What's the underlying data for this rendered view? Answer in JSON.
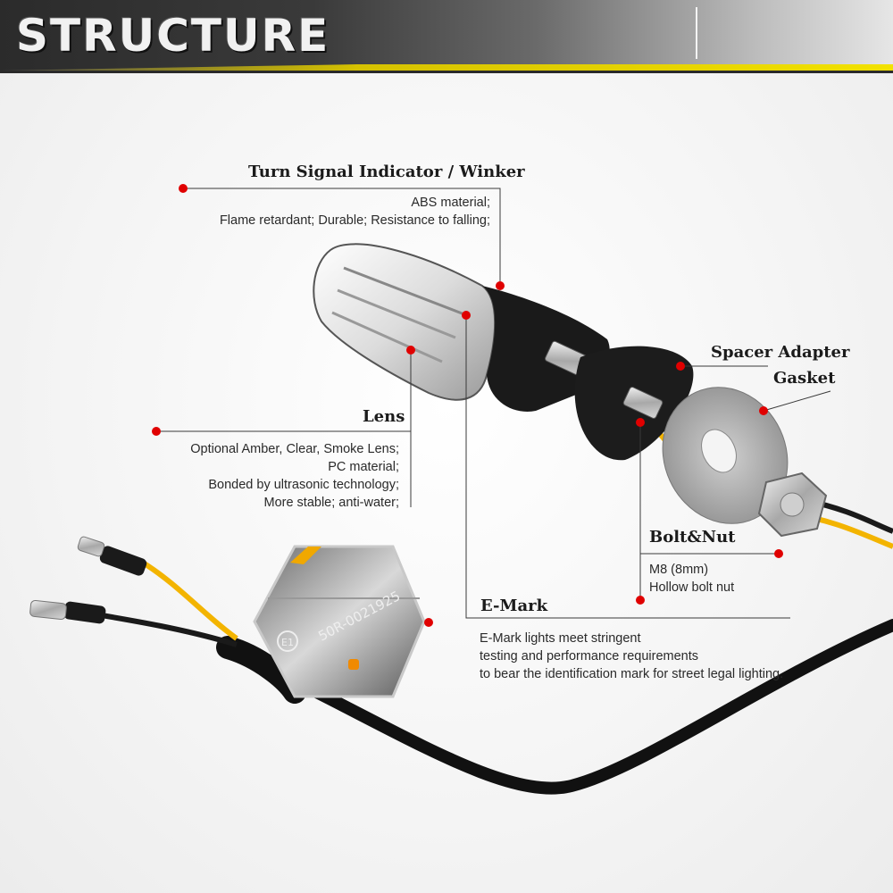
{
  "header": {
    "title": "STRUCTURE"
  },
  "callouts": {
    "turn_signal": {
      "title": "Turn Signal Indicator / Winker",
      "lines": [
        "ABS material;",
        "Flame retardant; Durable; Resistance to falling;"
      ]
    },
    "lens": {
      "title": "Lens",
      "lines": [
        "Optional Amber, Clear, Smoke Lens;",
        "PC material;",
        "Bonded by ultrasonic technology;",
        "More stable; anti-water;"
      ]
    },
    "spacer": {
      "title": "Spacer Adapter"
    },
    "gasket": {
      "title": "Gasket"
    },
    "bolt_nut": {
      "title": "Bolt&Nut",
      "lines": [
        "M8 (8mm)",
        "Hollow bolt nut"
      ]
    },
    "emark": {
      "title": "E-Mark",
      "lines": [
        "E-Mark lights meet stringent",
        "testing and performance requirements",
        "to bear the identification mark for street legal lighting."
      ]
    }
  },
  "lens_markings": {
    "code": "50R-0021925",
    "emblem": "E1"
  },
  "colors": {
    "marker": "#e00000",
    "leader_line": "#3a3a3a",
    "accent_stripe": "#f2e200",
    "wire_amber": "#f3b400",
    "housing": "#1a1a1a"
  }
}
